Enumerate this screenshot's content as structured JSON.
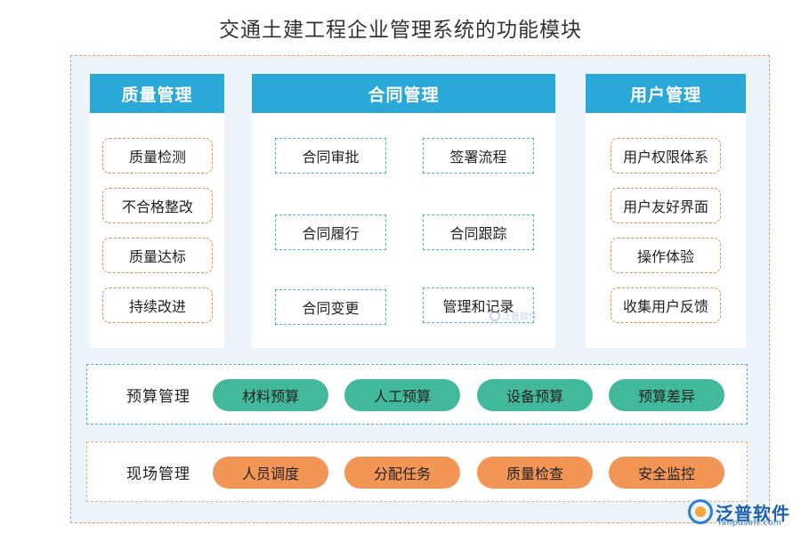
{
  "title": "交通土建工程企业管理系统的功能模块",
  "columns": {
    "quality": {
      "header": "质量管理",
      "items": [
        "质量检测",
        "不合格整改",
        "质量达标",
        "持续改进"
      ]
    },
    "contract": {
      "header": "合同管理",
      "items": [
        "合同审批",
        "签署流程",
        "合同履行",
        "合同跟踪",
        "合同变更",
        "管理和记录"
      ]
    },
    "user": {
      "header": "用户管理",
      "items": [
        "用户权限体系",
        "用户友好界面",
        "操作体验",
        "收集用户反馈"
      ]
    }
  },
  "budget": {
    "label": "预算管理",
    "items": [
      "材料预算",
      "人工预算",
      "设备预算",
      "预算差异"
    ]
  },
  "site": {
    "label": "现场管理",
    "items": [
      "人员调度",
      "分配任务",
      "质量检查",
      "安全监控"
    ]
  },
  "logo": {
    "name": "泛普软件",
    "domain": "fanpusoft.com"
  },
  "watermark": "泛普软件",
  "colors": {
    "header_blue": "#2aa9d9",
    "budget_green": "#43b99c",
    "site_orange": "#f29555",
    "frame_dash": "#e69a6b"
  }
}
